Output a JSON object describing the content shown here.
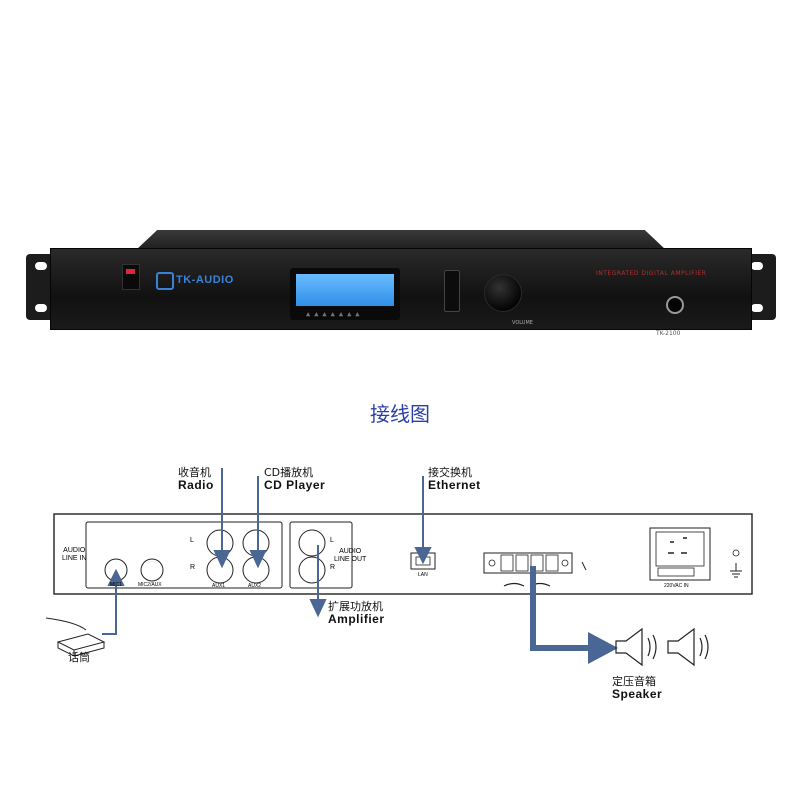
{
  "device": {
    "brand": "TK-AUDIO",
    "model_text": "INTEGRATED DIGITAL AMPLIFIER",
    "model_sub": "TK-2100",
    "knob_label": "VOLUME",
    "lcd_keys": "▲▲▲▲▲▲▲"
  },
  "heading": "接线图",
  "labels": {
    "radio_cn": "收音机",
    "radio_en": "Radio",
    "cd_cn": "CD播放机",
    "cd_en": "CD Player",
    "ethernet_cn": "接交换机",
    "ethernet_en": "Ethernet",
    "amplifier_cn": "扩展功放机",
    "amplifier_en": "Amplifier",
    "mic_cn": "话筒",
    "speaker_cn": "定压音箱",
    "speaker_en": "Speaker"
  },
  "rear_panel": {
    "audio_line_in": "AUDIO\nLINE IN",
    "audio_line_out": "AUDIO\nLINE OUT",
    "mic1": "MIC1",
    "mic_aux": "MIC2/AUX",
    "aux1": "AUX1",
    "aux2": "AUX2",
    "l": "L",
    "r": "R",
    "lan": "LAN",
    "power_in": "220VAC IN"
  },
  "colors": {
    "heading": "#2b3ea8",
    "arrow": "#4a6694",
    "lcd": "#4aa6ff"
  }
}
